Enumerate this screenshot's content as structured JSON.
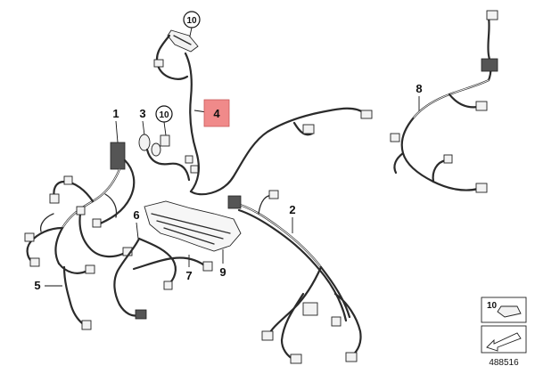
{
  "parts": {
    "p1": "1",
    "p2": "2",
    "p3": "3",
    "p4": "4",
    "p5": "5",
    "p6": "6",
    "p7": "7",
    "p8": "8",
    "p9": "9",
    "p10a": "10",
    "p10b": "10"
  },
  "legend": {
    "number": "10"
  },
  "reference_number": "488516",
  "colors": {
    "highlight_fill": "#f08a8a",
    "highlight_border": "#c95757",
    "line": "#2b2b2b"
  }
}
